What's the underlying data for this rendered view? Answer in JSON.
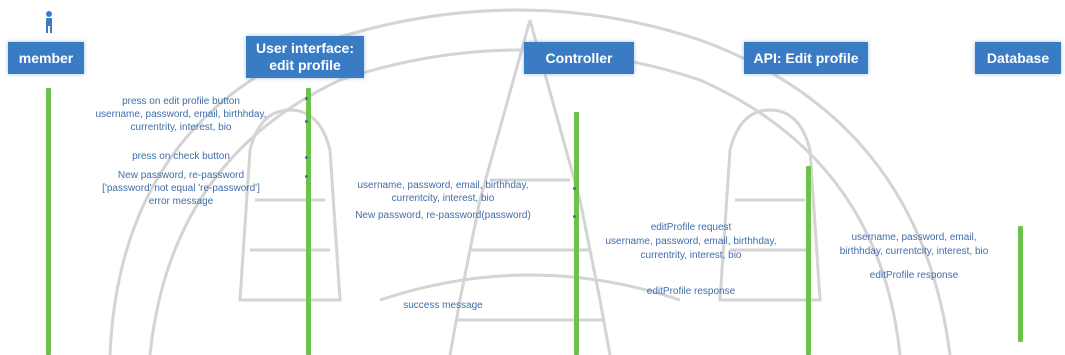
{
  "lanes": {
    "member": "member",
    "ui": "User interface:\nedit profile",
    "controller": "Controller",
    "api": "API: Edit profile",
    "database": "Database"
  },
  "messages": {
    "m1": "press on edit profile  button",
    "m2": "username, password, email, birthhday,",
    "m3": "currentrity, interest, bio",
    "m4": "press on check  button",
    "m5": "New password, re-password",
    "m6": "['password' not equal 're-password']",
    "m7": "error message",
    "m8": "username, password, email, birthhday,",
    "m9": "currentcity, interest, bio",
    "m10": "New password, re-password(password)",
    "m11": "success message",
    "m12": "editProfile request",
    "m13": "username, password, email, birthhday,",
    "m14": "currentrity, interest, bio",
    "m15": "editProfile response",
    "m16": "username, password, email,",
    "m17": "birthhday, currentcity, interest, bio",
    "m18": "editProfile response"
  },
  "colors": {
    "lane_fill": "#3a7cc4",
    "lifeline": "#6cc24a",
    "message_text": "#3f6ea8",
    "watermark": "#d4d4d4"
  },
  "icons": {
    "actor": "actor-icon",
    "background": "university-seal-watermark"
  }
}
